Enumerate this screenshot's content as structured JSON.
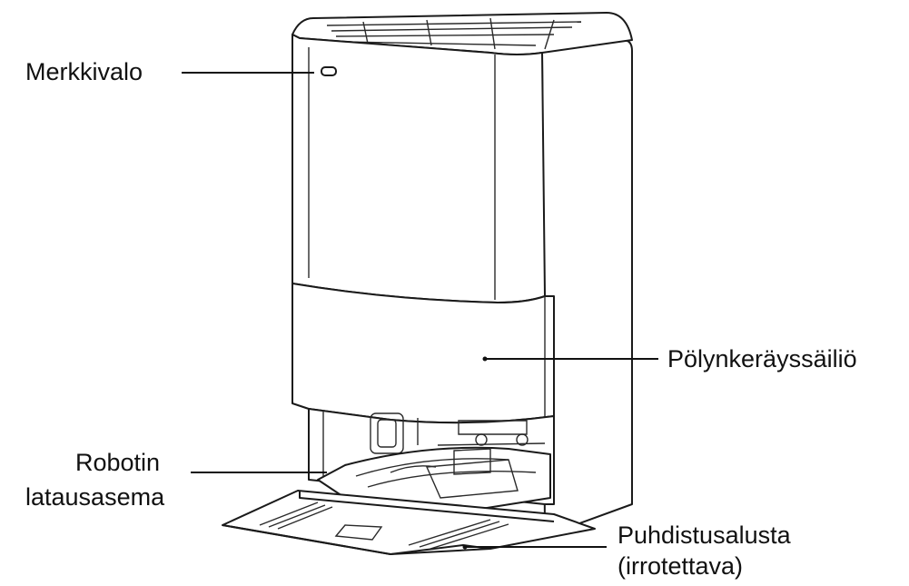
{
  "labels": {
    "indicator": "Merkkivalo",
    "dust_bin": "Pölynkeräyssäiliö",
    "dock_line1": "Robotin",
    "dock_line2": "latausasema",
    "tray_line1": "Puhdistusalusta",
    "tray_line2": "(irrotettava)"
  },
  "colors": {
    "line": "#1a1a1a",
    "background": "#ffffff"
  }
}
